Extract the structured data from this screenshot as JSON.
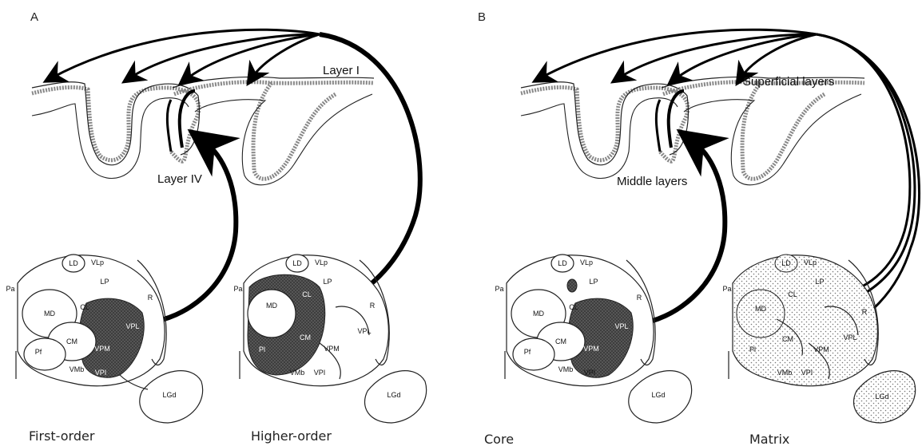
{
  "panels": [
    {
      "letter": "A",
      "upper_label": "Layer I",
      "lower_label": "Layer IV",
      "captions": [
        "First-order",
        "Higher-order"
      ]
    },
    {
      "letter": "B",
      "upper_label": "Superficial layers",
      "lower_label": "Middle layers",
      "captions": [
        "Core",
        "Matrix"
      ]
    }
  ],
  "nuclei": {
    "LD": "LD",
    "VLp": "VLp",
    "LP": "LP",
    "Pa": "Pa",
    "MD": "MD",
    "CL": "CL",
    "R": "R",
    "VPL": "VPL",
    "CM": "CM",
    "VPM": "VPM",
    "Pf": "Pf",
    "VMb": "VMb",
    "VPI": "VPI",
    "LGd": "LGd",
    "Pl": "Pl"
  },
  "colors": {
    "ink": "#000000",
    "shade": "#3a3a3a",
    "dots": "#9a9a9a"
  }
}
